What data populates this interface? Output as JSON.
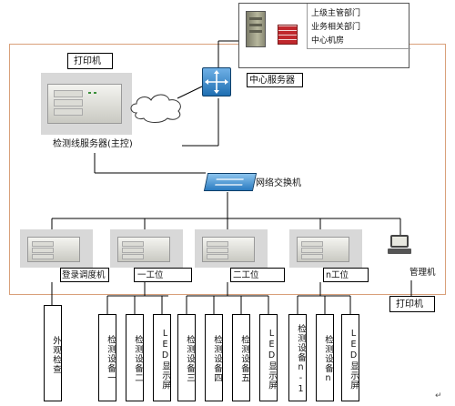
{
  "nodes": {
    "upper_depts": [
      "上级主管部门",
      "业务相关部门",
      "中心机房"
    ],
    "printer_top": "打印机",
    "central_server": "中心服务器",
    "main_server": "检测线服务器(主控)",
    "switch": "网络交换机",
    "login_station": "登录调度机",
    "station_1": "一工位",
    "station_2": "二工位",
    "station_n": "n工位",
    "manager_pc": "管理机",
    "printer_bottom": "打印机",
    "visual_check": "外观检查"
  },
  "devices": [
    "检测设备一",
    "检测设备二",
    "LED显示屏",
    "检测设备三",
    "检测设备四",
    "检测设备五",
    "LED显示屏",
    "检测设备n-1",
    "检测设备n",
    "LED显示屏"
  ],
  "colors": {
    "border_orange": "#d9a07a",
    "line": "#000000",
    "device_blue": "#1f6fb2",
    "firewall_red": "#c0282d"
  },
  "icons": [
    "server-rack-icon",
    "firewall-icon",
    "router-icon",
    "cloud-icon",
    "switch-icon",
    "workstation-icon",
    "server-icon",
    "ring-icon"
  ]
}
